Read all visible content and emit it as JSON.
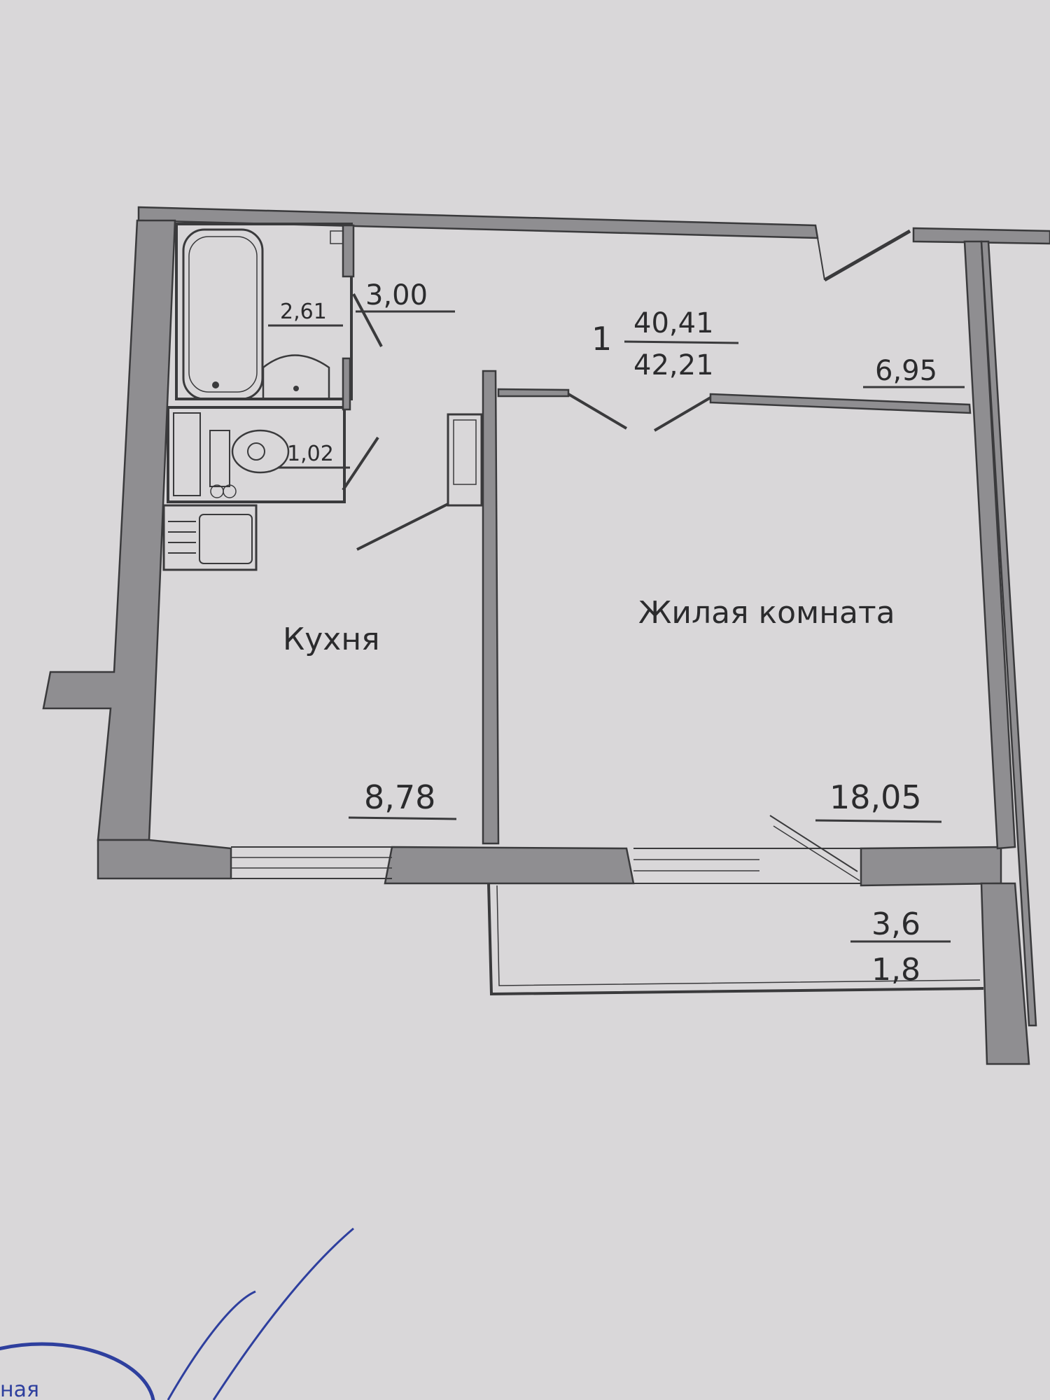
{
  "plan": {
    "apartment_number": "1",
    "living_area": "40,41",
    "total_area": "42,21",
    "rooms": [
      {
        "id": "bathroom",
        "area": "2,61"
      },
      {
        "id": "corridor-small",
        "area": "3,00"
      },
      {
        "id": "toilet",
        "area": "1,02"
      },
      {
        "id": "hallway",
        "area": "6,95"
      },
      {
        "id": "kitchen",
        "name": "Кухня",
        "area": "8,78"
      },
      {
        "id": "living-room",
        "name": "Жилая комната",
        "area": "18,05"
      }
    ],
    "balcony": {
      "area_top": "3,6",
      "area_bottom": "1,8"
    }
  },
  "colors": {
    "paper": "#d9d7d9",
    "ink": "#2b2b2d",
    "wall_fill": "#8f8e91",
    "stamp_blue": "#2e3f9e"
  },
  "stamp": {
    "text": "ная"
  }
}
